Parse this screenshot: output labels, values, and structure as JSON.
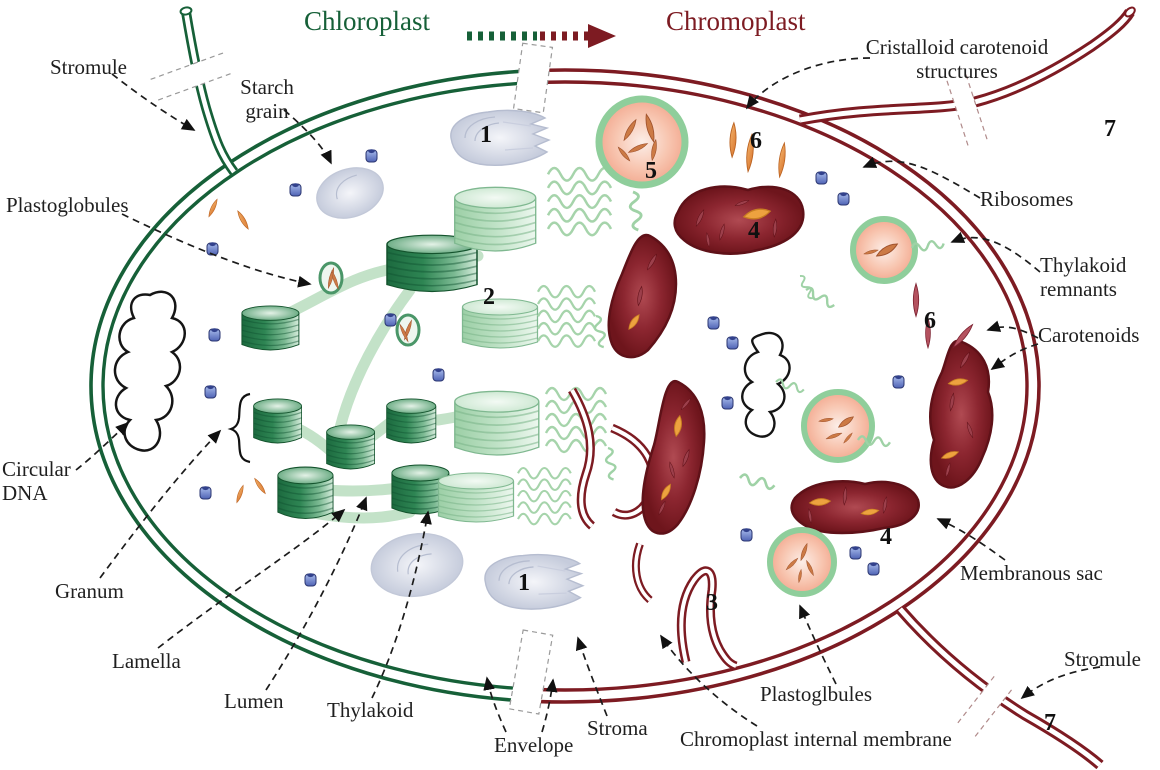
{
  "header": {
    "chloroplast_title": "Chloroplast",
    "chromoplast_title": "Chromoplast"
  },
  "colors": {
    "chloroplast_green": "#166038",
    "chromoplast_red": "#7d1b22",
    "thylakoid_remnant_light_green": "#a6d4ab",
    "ribosome_blue": "#5a6fc0",
    "carotenoid_orange": "#e08a48",
    "vesicle_ring_green": "#8fce9b",
    "starch_gray": "#ccd2e0",
    "label_text": "#1f1f1f"
  },
  "labels": {
    "stromule_top": "Stromule",
    "starch_grain": "Starch grain",
    "plastoglobules": "Plastoglobules",
    "circular_dna": "Circular DNA",
    "granum": "Granum",
    "lamella": "Lamella",
    "lumen": "Lumen",
    "thylakoid": "Thylakoid",
    "envelope": "Envelope",
    "stroma": "Stroma",
    "chromoplast_internal_membrane": "Chromoplast internal membrane",
    "plastoglbules": "Plastoglbules",
    "membranous_sac": "Membranous sac",
    "stromule_bottom": "Stromule",
    "carotenoids": "Carotenoids",
    "thylakoid_remnants": "Thylakoid remnants",
    "ribosomes": "Ribosomes",
    "cristalloid_carotenoid_structures": "Cristalloid carotenoid structures"
  },
  "structure_numbers": {
    "starch_grain": "1",
    "thylakoid_remnant_grana": "2",
    "chromoplast_internal_membrane": "3",
    "membranous_sac": "4",
    "carotenoid_vesicle": "5",
    "cristalloid_carotenoids": "6",
    "stromule": "7"
  }
}
